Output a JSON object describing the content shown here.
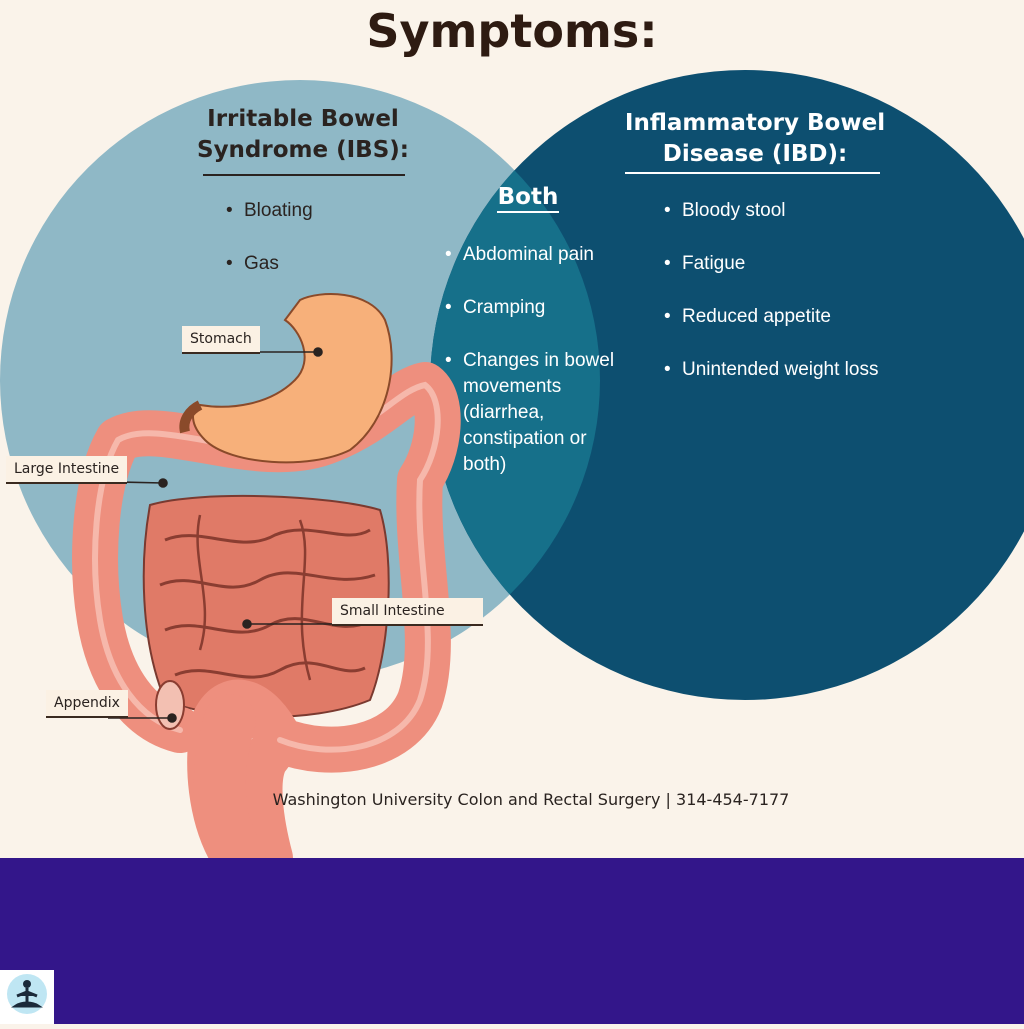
{
  "title": "Symptoms:",
  "ibs": {
    "heading": "Irritable Bowel Syndrome (IBS):",
    "heading_line1": "Irritable Bowel",
    "heading_line2": "Syndrome (IBS):",
    "items": [
      "Bloating",
      "Gas"
    ]
  },
  "both": {
    "heading": "Both",
    "items": [
      "Abdominal pain",
      "Cramping",
      "Changes in bowel movements (diarrhea, constipation or both)"
    ]
  },
  "ibd": {
    "heading": "Inflammatory Bowel Disease (IBD):",
    "heading_line1": "Inflammatory Bowel",
    "heading_line2": "Disease (IBD):",
    "items": [
      "Bloody stool",
      "Fatigue",
      "Reduced appetite",
      "Unintended weight loss"
    ]
  },
  "organs": {
    "stomach": "Stomach",
    "large_intestine": "Large Intestine",
    "small_intestine": "Small Intestine",
    "appendix": "Appendix"
  },
  "credit": "Washington University Colon and Rectal Surgery  |  314-454-7177",
  "colors": {
    "background": "#faf3ea",
    "ibs_circle": "#8fb8c6",
    "ibd_circle": "#0d4f70",
    "overlap": "#16708a",
    "intestine": "#ee8f7e",
    "stomach": "#f7b07a",
    "footer_band": "#33168a"
  },
  "logo_icon": "meditation-figure-icon"
}
